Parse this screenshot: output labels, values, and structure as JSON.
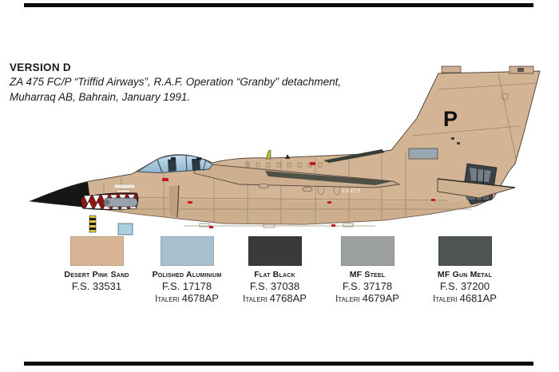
{
  "header": {
    "version_label": "VERSION D",
    "subject_line1": "ZA 475 FC/P “Triffid Airways”, R.A.F. Operation “Granby” detachment,",
    "subject_line2": "Muharraq AB, Bahrain, January 1991."
  },
  "aircraft": {
    "tail_code": "P",
    "serial": "ZA475"
  },
  "palette": {
    "swatches": [
      {
        "name": "Desert Pink Sand",
        "fs": "F.S. 33531",
        "brand": "",
        "code": "",
        "hex": "#d8b595"
      },
      {
        "name": "Polished Aluminium",
        "fs": "F.S. 17178",
        "brand": "Italeri",
        "code": "4678AP",
        "hex": "#a9c1ce"
      },
      {
        "name": "Flat Black",
        "fs": "F.S. 37038",
        "brand": "Italeri",
        "code": "4768AP",
        "hex": "#3a3a3a"
      },
      {
        "name": "MF Steel",
        "fs": "F.S. 37178",
        "brand": "Italeri",
        "code": "4679AP",
        "hex": "#9ca1a0"
      },
      {
        "name": "MF Gun Metal",
        "fs": "F.S. 37200",
        "brand": "Italeri",
        "code": "4681AP",
        "hex": "#4d5452"
      }
    ]
  }
}
